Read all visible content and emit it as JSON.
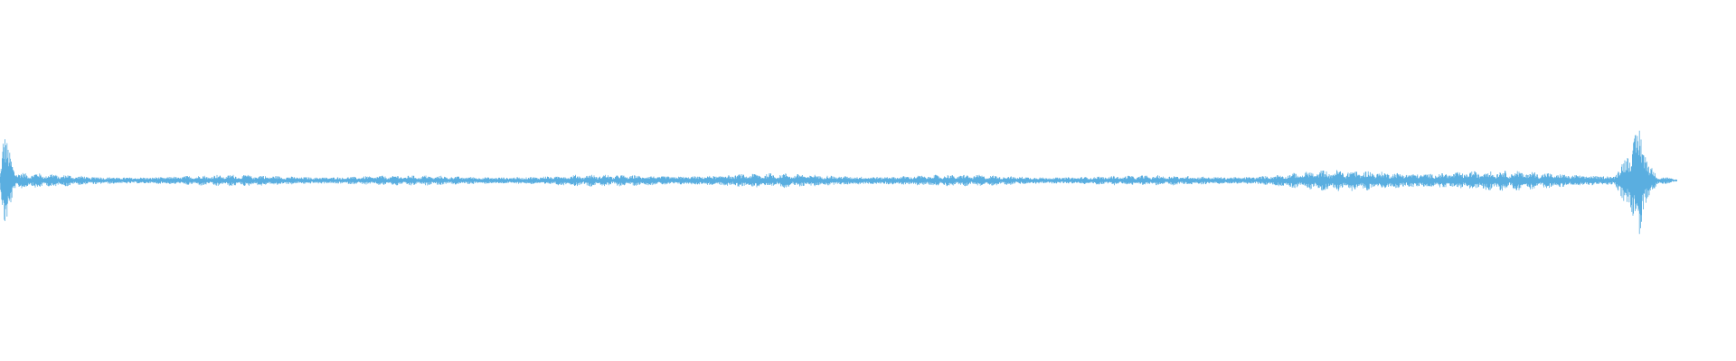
{
  "waveform": {
    "color": "#5aaee0",
    "background": "#ffffff",
    "amplitude_profile": [
      {
        "t": 0.0,
        "amp": 0.06
      },
      {
        "t": 0.002,
        "amp": 0.38
      },
      {
        "t": 0.005,
        "amp": 0.22
      },
      {
        "t": 0.01,
        "amp": 0.05
      },
      {
        "t": 0.05,
        "amp": 0.03
      },
      {
        "t": 0.15,
        "amp": 0.035
      },
      {
        "t": 0.25,
        "amp": 0.03
      },
      {
        "t": 0.35,
        "amp": 0.035
      },
      {
        "t": 0.42,
        "amp": 0.045
      },
      {
        "t": 0.47,
        "amp": 0.04
      },
      {
        "t": 0.55,
        "amp": 0.035
      },
      {
        "t": 0.65,
        "amp": 0.03
      },
      {
        "t": 0.72,
        "amp": 0.035
      },
      {
        "t": 0.76,
        "amp": 0.06
      },
      {
        "t": 0.8,
        "amp": 0.07
      },
      {
        "t": 0.85,
        "amp": 0.065
      },
      {
        "t": 0.9,
        "amp": 0.05
      },
      {
        "t": 0.93,
        "amp": 0.045
      },
      {
        "t": 0.945,
        "amp": 0.48
      },
      {
        "t": 0.95,
        "amp": 0.12
      },
      {
        "t": 0.955,
        "amp": 0.03
      },
      {
        "t": 0.966,
        "amp": 0.01
      }
    ],
    "span": [
      0.0,
      0.966
    ]
  }
}
